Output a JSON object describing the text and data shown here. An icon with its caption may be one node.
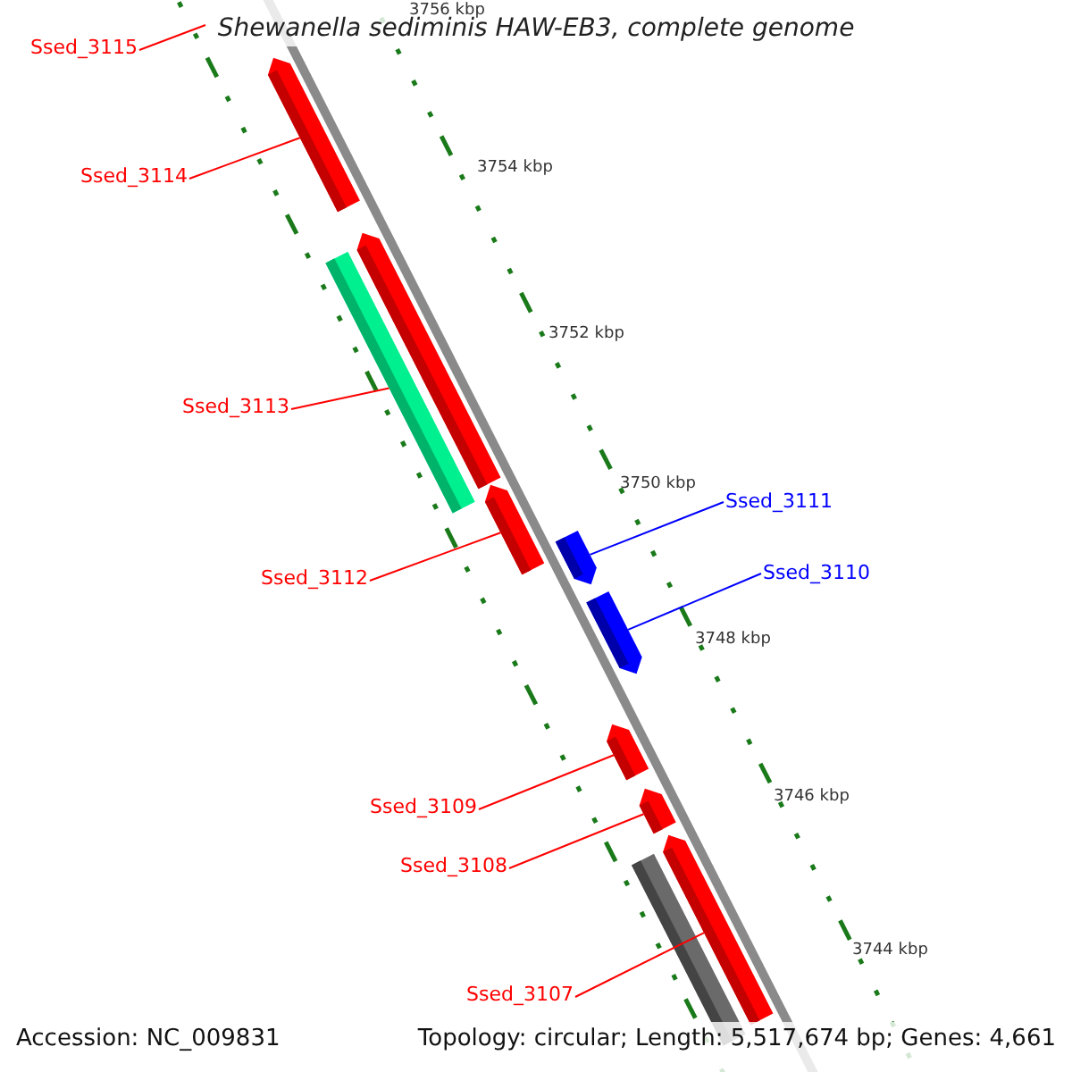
{
  "diagram": {
    "title": "Shewanella sediminis HAW-EB3, complete genome",
    "nodes": [
      {
        "text": [
          "Ssed_3115"
        ]
      },
      {
        "text": [
          "Ssed_3114"
        ]
      },
      {
        "text": [
          "Ssed_3113"
        ]
      },
      {
        "text": [
          "Ssed_3112"
        ]
      },
      {
        "text": [
          "Ssed_3111"
        ]
      },
      {
        "text": [
          "Ssed_3110"
        ]
      },
      {
        "text": [
          "Ssed_3109"
        ]
      },
      {
        "text": [
          "Ssed_3108"
        ]
      },
      {
        "text": [
          "Ssed_3107"
        ]
      },
      {
        "text": [],
        "shape": "bar"
      },
      {
        "text": [],
        "shape": "bar"
      },
      {
        "text": [],
        "shape": "bar"
      },
      {
        "text": [],
        "shape": "bar"
      },
      {
        "text": [],
        "shape": "bar"
      },
      {
        "text": [],
        "shape": "bar"
      },
      {
        "text": [],
        "shape": "bar"
      },
      {
        "text": [],
        "shape": "bar"
      },
      {
        "text": [],
        "shape": "bar"
      },
      {
        "text": [],
        "shape": "bar"
      }
    ],
    "edges": [
      {
        "from": 0,
        "to": null,
        "arrow": "none"
      },
      {
        "from": 1,
        "to": 9,
        "arrow": "none"
      },
      {
        "from": 2,
        "to": 11,
        "arrow": "none"
      },
      {
        "from": 3,
        "to": 12,
        "arrow": "none"
      },
      {
        "from": 4,
        "to": 13,
        "arrow": "none",
        "color": "#0000ff"
      },
      {
        "from": 5,
        "to": 14,
        "arrow": "none",
        "color": "#0000ff"
      },
      {
        "from": 6,
        "to": 15,
        "arrow": "none"
      },
      {
        "from": 7,
        "to": 16,
        "arrow": "none"
      },
      {
        "from": 8,
        "to": 18,
        "arrow": "none"
      }
    ],
    "labels": [
      "3756 kbp",
      "3754 kbp",
      "3752 kbp",
      "3750 kbp",
      "3748 kbp",
      "3746 kbp",
      "3744 kbp",
      "Accession: NC_009831",
      "Topology: circular; Length: 5,517,674 bp; Genes: 4,661"
    ]
  }
}
